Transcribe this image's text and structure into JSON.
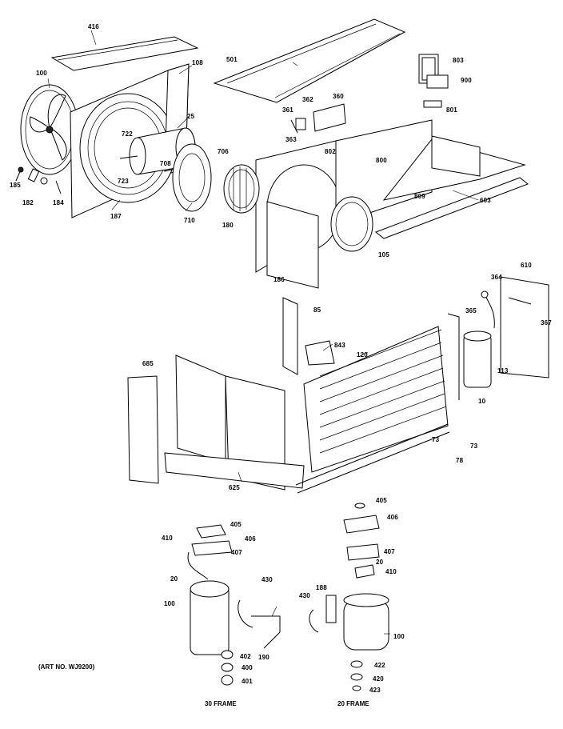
{
  "diagram": {
    "labels": [
      {
        "key": "l416",
        "text": "416"
      },
      {
        "key": "l100a",
        "text": "100"
      },
      {
        "key": "l108",
        "text": "108"
      },
      {
        "key": "l501",
        "text": "501"
      },
      {
        "key": "l803",
        "text": "803"
      },
      {
        "key": "l900",
        "text": "900"
      },
      {
        "key": "l801",
        "text": "801"
      },
      {
        "key": "l25",
        "text": "25"
      },
      {
        "key": "l722",
        "text": "722"
      },
      {
        "key": "l708",
        "text": "708"
      },
      {
        "key": "l706",
        "text": "706"
      },
      {
        "key": "l723",
        "text": "723"
      },
      {
        "key": "l710",
        "text": "710"
      },
      {
        "key": "l185",
        "text": "185"
      },
      {
        "key": "l182",
        "text": "182"
      },
      {
        "key": "l184",
        "text": "184"
      },
      {
        "key": "l187",
        "text": "187"
      },
      {
        "key": "l362",
        "text": "362"
      },
      {
        "key": "l360",
        "text": "360"
      },
      {
        "key": "l361",
        "text": "361"
      },
      {
        "key": "l363",
        "text": "363"
      },
      {
        "key": "l802",
        "text": "802"
      },
      {
        "key": "l800",
        "text": "800"
      },
      {
        "key": "l180",
        "text": "180"
      },
      {
        "key": "l809",
        "text": "809"
      },
      {
        "key": "l603",
        "text": "603"
      },
      {
        "key": "l105",
        "text": "105"
      },
      {
        "key": "l186",
        "text": "186"
      },
      {
        "key": "l610",
        "text": "610"
      },
      {
        "key": "l364",
        "text": "364"
      },
      {
        "key": "l365",
        "text": "365"
      },
      {
        "key": "l367",
        "text": "367"
      },
      {
        "key": "l85",
        "text": "85"
      },
      {
        "key": "l843",
        "text": "843"
      },
      {
        "key": "l120",
        "text": "120"
      },
      {
        "key": "l685",
        "text": "685"
      },
      {
        "key": "l113",
        "text": "113"
      },
      {
        "key": "l10",
        "text": "10"
      },
      {
        "key": "l73a",
        "text": "73"
      },
      {
        "key": "l73b",
        "text": "73"
      },
      {
        "key": "l78",
        "text": "78"
      },
      {
        "key": "l625",
        "text": "625"
      },
      {
        "key": "l405a",
        "text": "405"
      },
      {
        "key": "l405b",
        "text": "405"
      },
      {
        "key": "l406a",
        "text": "406"
      },
      {
        "key": "l406b",
        "text": "406"
      },
      {
        "key": "l410a",
        "text": "410"
      },
      {
        "key": "l410b",
        "text": "410"
      },
      {
        "key": "l407a",
        "text": "407"
      },
      {
        "key": "l407b",
        "text": "407"
      },
      {
        "key": "l20a",
        "text": "20"
      },
      {
        "key": "l20b",
        "text": "20"
      },
      {
        "key": "l430a",
        "text": "430"
      },
      {
        "key": "l430b",
        "text": "430"
      },
      {
        "key": "l188",
        "text": "188"
      },
      {
        "key": "l100b",
        "text": "100"
      },
      {
        "key": "l100c",
        "text": "100"
      },
      {
        "key": "l190",
        "text": "190"
      },
      {
        "key": "l402",
        "text": "402"
      },
      {
        "key": "l400",
        "text": "400"
      },
      {
        "key": "l401",
        "text": "401"
      },
      {
        "key": "l422",
        "text": "422"
      },
      {
        "key": "l420",
        "text": "420"
      },
      {
        "key": "l423",
        "text": "423"
      }
    ],
    "art_number": "(ART NO. WJ9200)",
    "frame_30": "30 FRAME",
    "frame_20": "20 FRAME"
  }
}
